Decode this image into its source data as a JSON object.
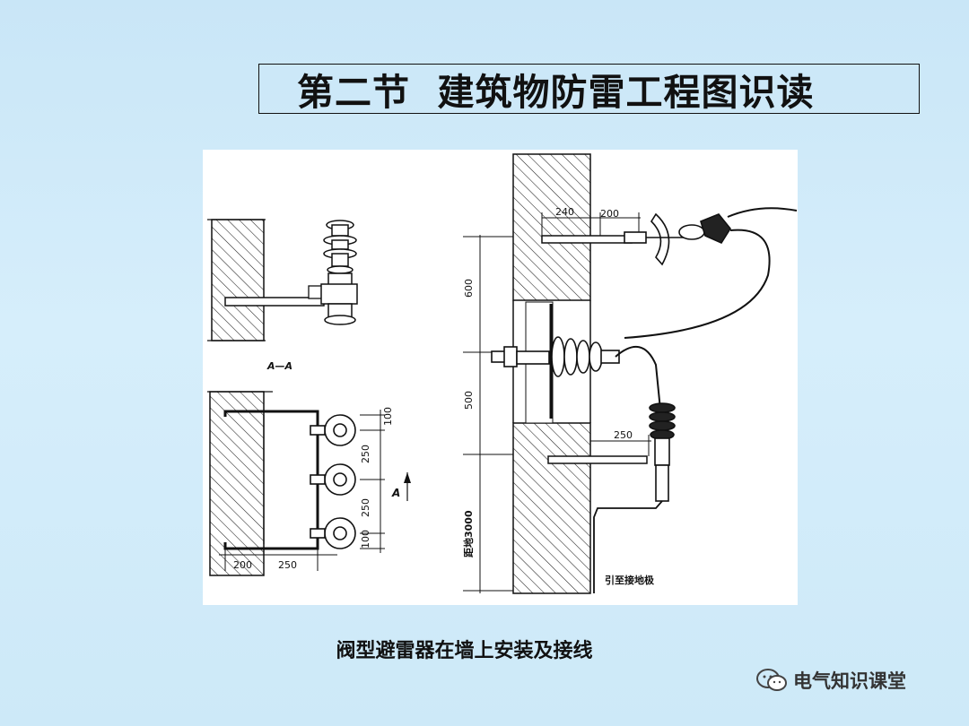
{
  "slide": {
    "title": "第二节  建筑物防雷工程图识读",
    "caption": "阀型避雷器在墙上安装及接线"
  },
  "watermark": {
    "text": "电气知识课堂",
    "icon": "wechat-icon"
  },
  "drawing": {
    "section_label": "A—A",
    "arrow_label": "A",
    "left_dims": [
      "100",
      "250",
      "250",
      "100"
    ],
    "bottom_dims": [
      "200",
      "250"
    ],
    "top_dims": [
      "240",
      "200"
    ],
    "vertical_dims": [
      "600",
      "500",
      "距地3000"
    ],
    "ground_dim": "250",
    "ground_note": "引至接地极"
  }
}
